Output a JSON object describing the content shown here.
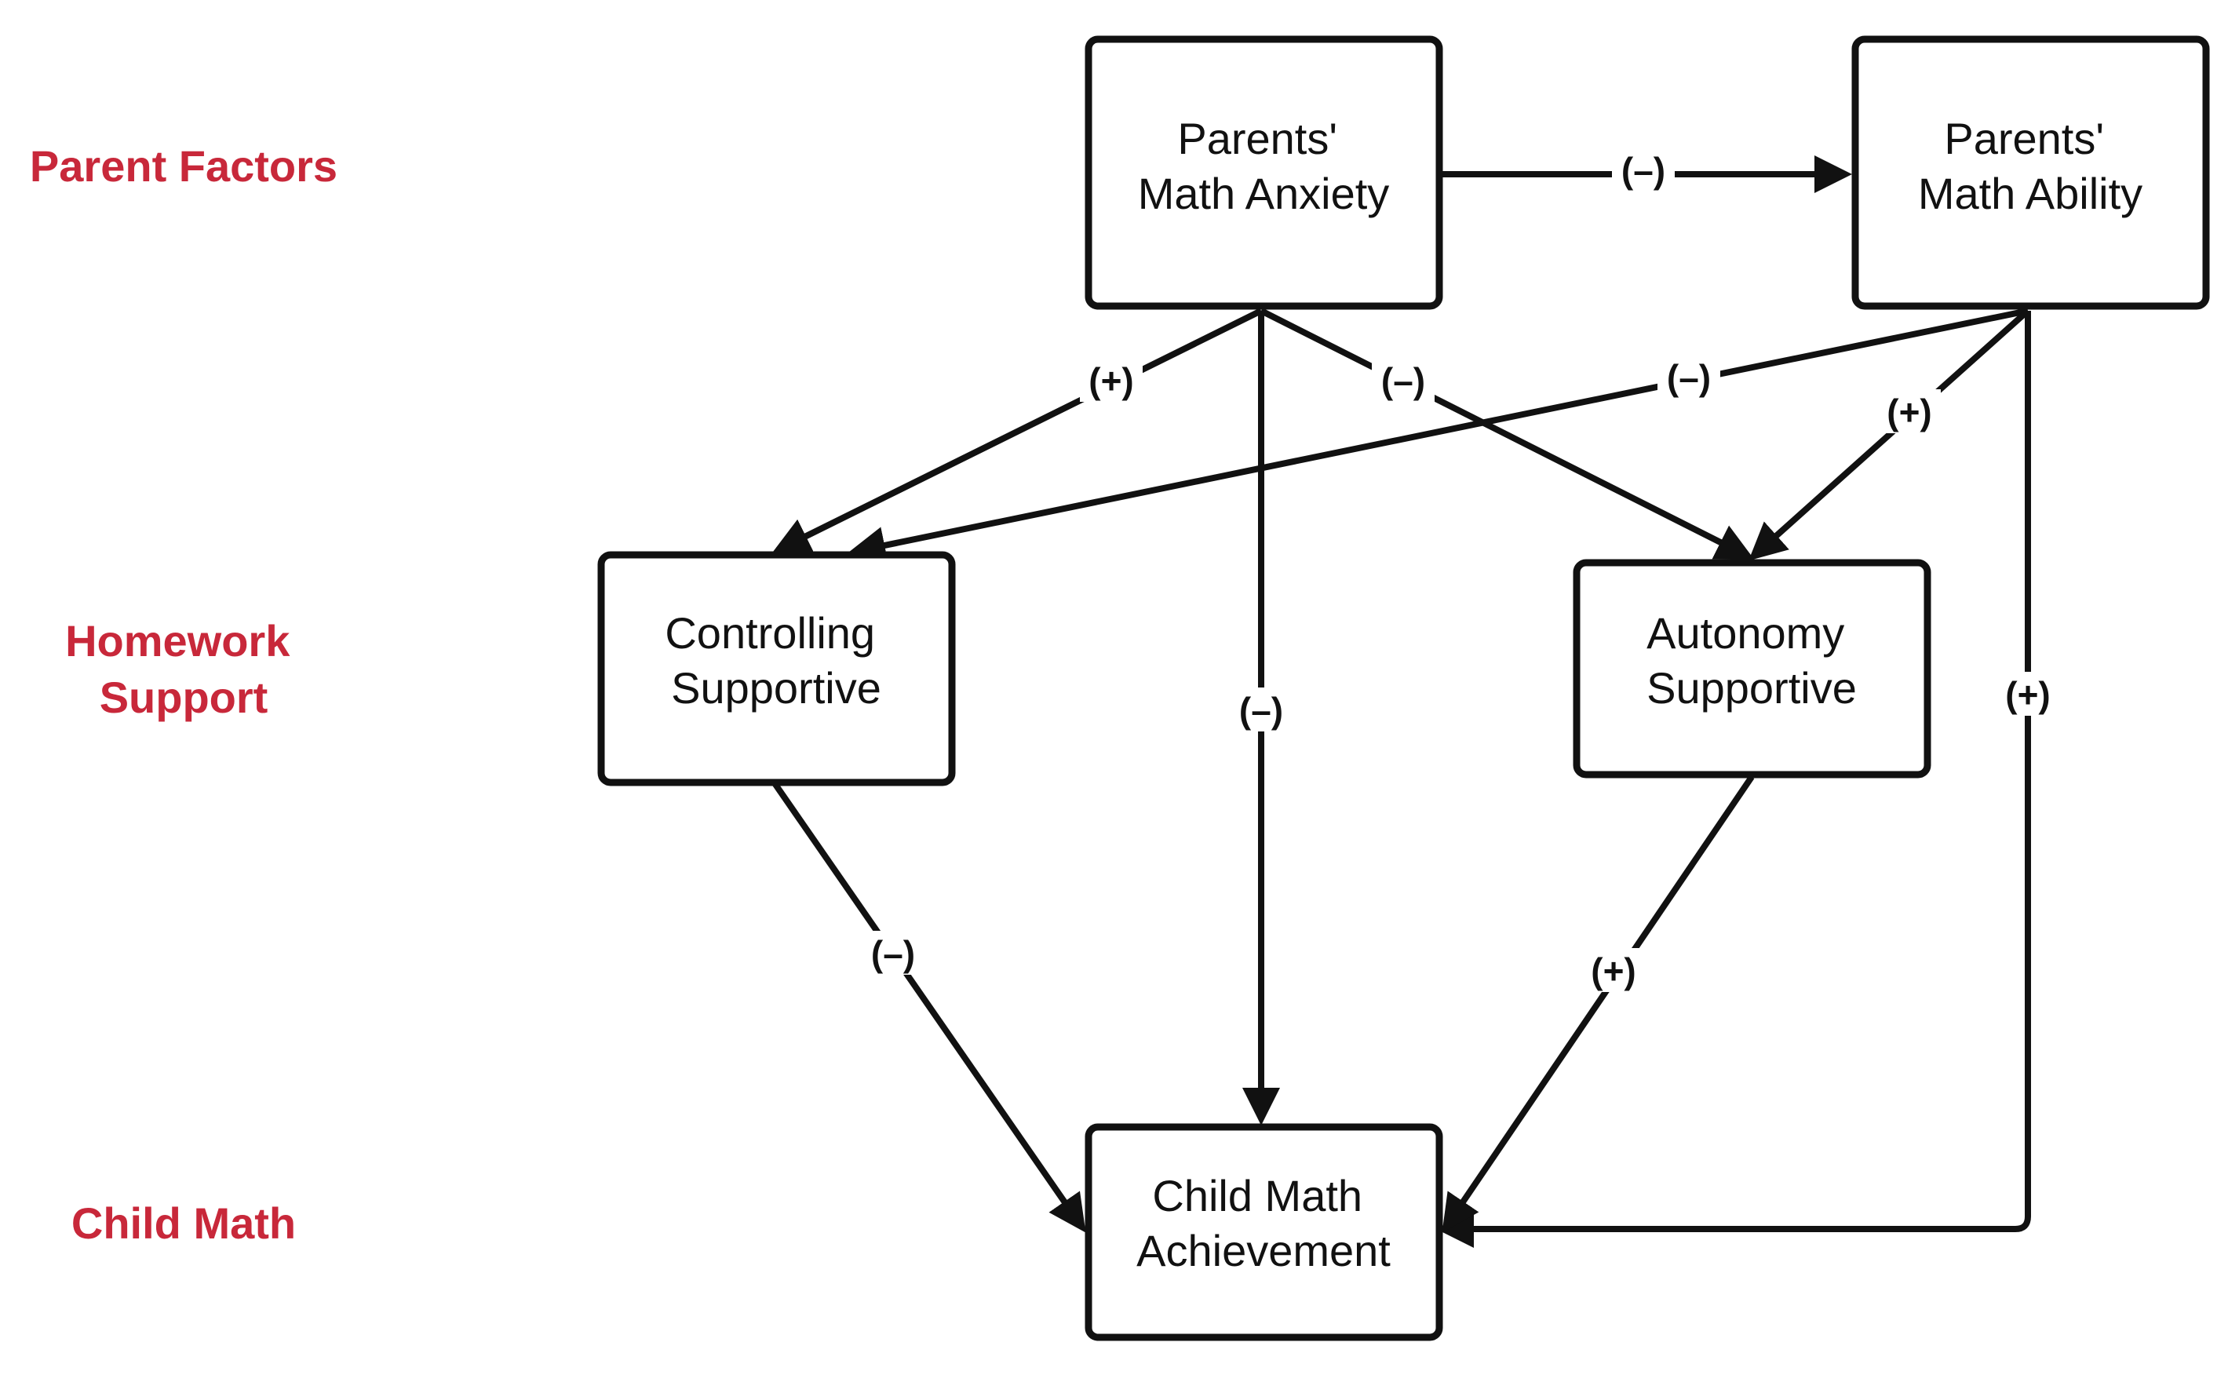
{
  "levels": {
    "parent": "Parent Factors",
    "homework": [
      "Homework",
      "Support"
    ],
    "child": "Child Math"
  },
  "nodes": {
    "anxiety": [
      "Parents'",
      "Math Anxiety"
    ],
    "ability": [
      "Parents'",
      "Math Ability"
    ],
    "controlling": [
      "Controlling",
      "Supportive"
    ],
    "autonomy": [
      "Autonomy",
      "Supportive"
    ],
    "achievement": [
      "Child Math",
      "Achievement"
    ]
  },
  "edges": [
    {
      "from": "Parents' Math Anxiety",
      "to": "Parents' Math Ability",
      "sign": "(–)"
    },
    {
      "from": "Parents' Math Anxiety",
      "to": "Controlling Supportive",
      "sign": "(+)"
    },
    {
      "from": "Parents' Math Anxiety",
      "to": "Autonomy Supportive",
      "sign": "(–)"
    },
    {
      "from": "Parents' Math Anxiety",
      "to": "Child Math Achievement",
      "sign": "(–)"
    },
    {
      "from": "Parents' Math Ability",
      "to": "Controlling Supportive",
      "sign": "(–)"
    },
    {
      "from": "Parents' Math Ability",
      "to": "Autonomy Supportive",
      "sign": "(+)"
    },
    {
      "from": "Parents' Math Ability",
      "to": "Child Math Achievement",
      "sign": "(+)"
    },
    {
      "from": "Controlling Supportive",
      "to": "Child Math Achievement",
      "sign": "(–)"
    },
    {
      "from": "Autonomy Supportive",
      "to": "Child Math Achievement",
      "sign": "(+)"
    }
  ],
  "colors": {
    "level_label": "#c8283a",
    "stroke": "#111111",
    "background": "#ffffff"
  }
}
